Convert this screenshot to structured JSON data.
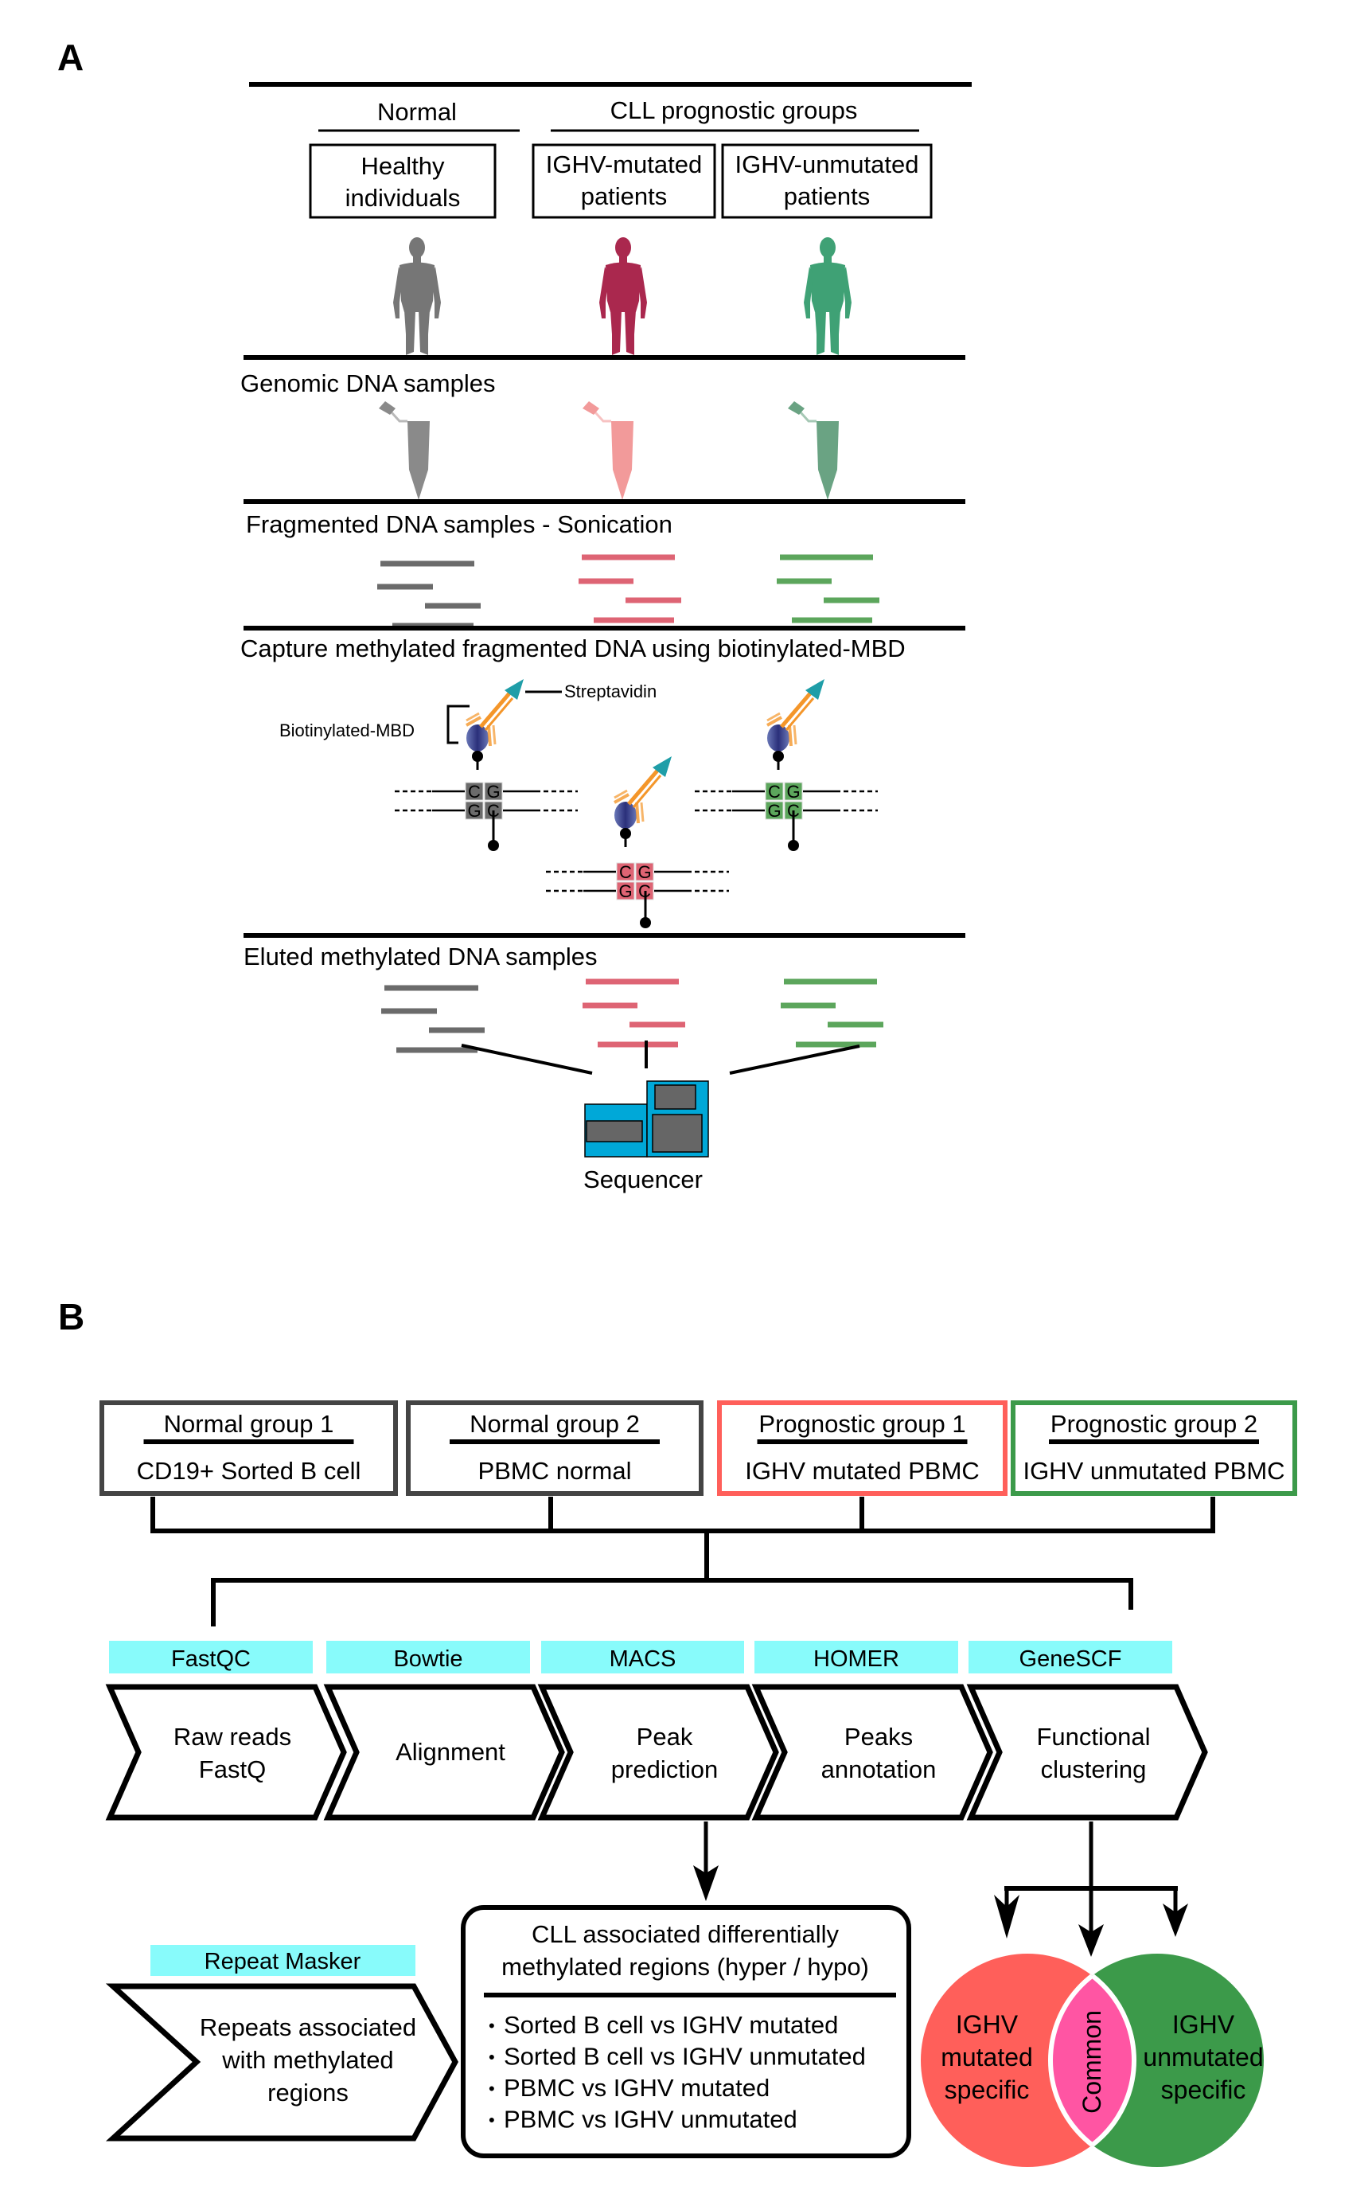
{
  "panels": {
    "a_label": "A",
    "b_label": "B"
  },
  "panel_a": {
    "header_normal": "Normal",
    "header_cll": "CLL prognostic groups",
    "groups": [
      {
        "line1": "Healthy",
        "line2": "individuals",
        "color": "#6b6b6b"
      },
      {
        "line1": "IGHV-mutated",
        "line2": "patients",
        "color": "#a3163f"
      },
      {
        "line1": "IGHV-unmutated",
        "line2": "patients",
        "color": "#2f9a6a"
      }
    ],
    "steps": {
      "genomic": "Genomic DNA samples",
      "fragmented": "Fragmented DNA samples - Sonication",
      "capture": "Capture methylated fragmented DNA using biotinylated-MBD",
      "eluted": "Eluted methylated DNA samples"
    },
    "tube_colors": [
      "#8a8a8a",
      "#f29a9a",
      "#6aa383"
    ],
    "fragment_colors": [
      "#6b6b6b",
      "#de6474",
      "#5ca65c"
    ],
    "capture_labels": {
      "streptavidin": "Streptavidin",
      "biotinylated_mbd": "Biotinylated-MBD"
    },
    "cpg": {
      "top": [
        "C",
        "G"
      ],
      "bottom": [
        "G",
        "C"
      ],
      "colors": [
        "#6b6b6b",
        "#de6474",
        "#5ca65c"
      ]
    },
    "sequencer_label": "Sequencer",
    "sequencer_color": "#00a8d8"
  },
  "panel_b": {
    "groups": [
      {
        "title": "Normal group 1",
        "sample": "CD19+ Sorted B cell",
        "border": "#444444"
      },
      {
        "title": "Normal group 2",
        "sample": "PBMC normal",
        "border": "#444444"
      },
      {
        "title": "Prognostic group 1",
        "sample": "IGHV mutated PBMC",
        "border": "#ff5f5a"
      },
      {
        "title": "Prognostic group 2",
        "sample": "IGHV unmutated PBMC",
        "border": "#3c9a4a"
      }
    ],
    "tool_color": "#88fbfb",
    "pipeline": [
      {
        "tool": "FastQC",
        "step_line1": "Raw reads",
        "step_line2": "FastQ"
      },
      {
        "tool": "Bowtie",
        "step_line1": "Alignment",
        "step_line2": ""
      },
      {
        "tool": "MACS",
        "step_line1": "Peak",
        "step_line2": "prediction"
      },
      {
        "tool": "HOMER",
        "step_line1": "Peaks",
        "step_line2": "annotation"
      },
      {
        "tool": "GeneSCF",
        "step_line1": "Functional",
        "step_line2": "clustering"
      }
    ],
    "repeat": {
      "tool": "Repeat Masker",
      "line1": "Repeats associated",
      "line2": "with methylated",
      "line3": "regions"
    },
    "dmr_box": {
      "title1": "CLL associated differentially",
      "title2": "methylated regions (hyper / hypo)",
      "bullet": "•",
      "items": [
        "Sorted B cell vs IGHV mutated",
        "Sorted B cell vs IGHV unmutated",
        "PBMC vs IGHV mutated",
        "PBMC vs IGHV unmutated"
      ]
    },
    "venn": {
      "left": {
        "line1": "IGHV",
        "line2": "mutated",
        "line3": "specific",
        "color": "#ff5f5a"
      },
      "right": {
        "line1": "IGHV",
        "line2": "unmutated",
        "line3": "specific",
        "color": "#3c9a4a"
      },
      "common": {
        "label": "Common",
        "color": "#ff55a3"
      }
    }
  }
}
